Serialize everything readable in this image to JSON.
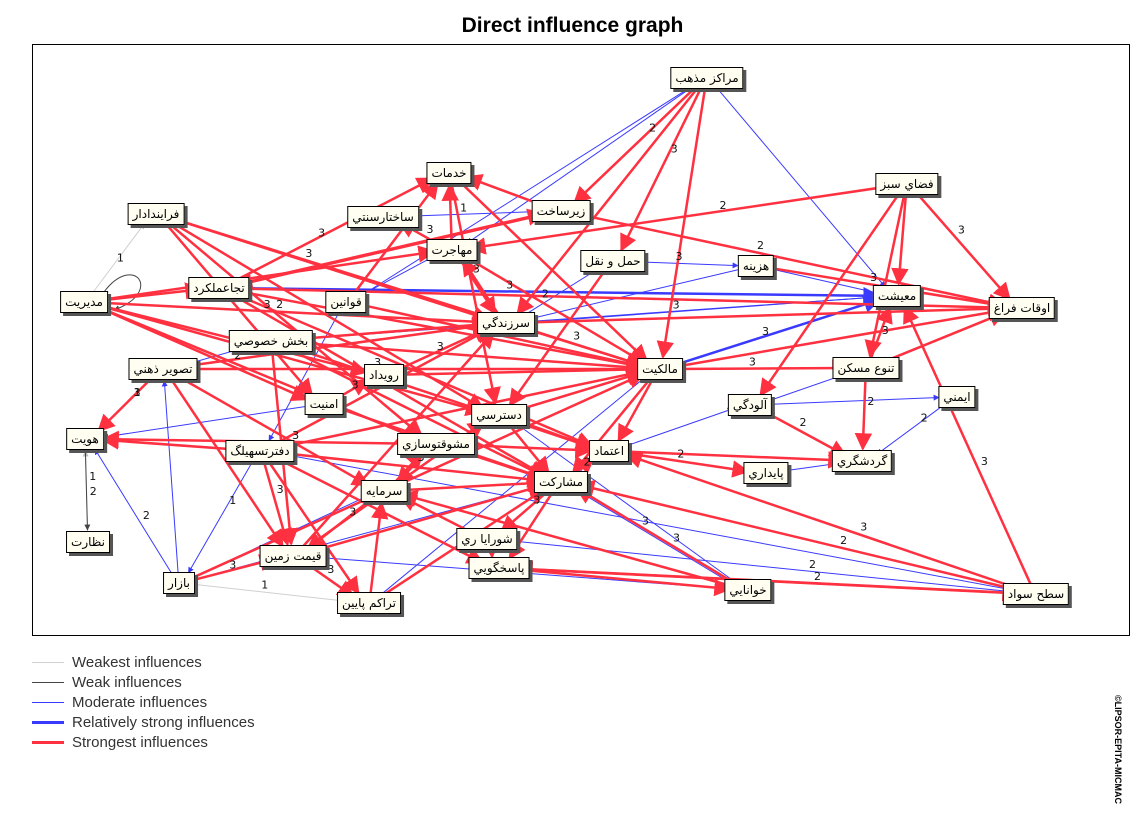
{
  "title": "Direct influence graph",
  "credit": "©LIPSOR-EPITA-MICMAC",
  "colors": {
    "weakest": "#d0d0d0",
    "weak": "#444444",
    "moderate": "#3a3aff",
    "relatively_strong": "#3a3aff",
    "strongest": "#ff3040"
  },
  "legend": [
    {
      "key": "weakest",
      "label": "Weakest influences"
    },
    {
      "key": "weak",
      "label": "Weak influences"
    },
    {
      "key": "moderate",
      "label": "Moderate influences"
    },
    {
      "key": "relatively_strong",
      "label": "Relatively strong influences"
    },
    {
      "key": "strongest",
      "label": "Strongest influences"
    }
  ],
  "nodes": [
    {
      "id": "marakez",
      "label": "مراكز مذهب"
    },
    {
      "id": "khadamat",
      "label": "خدمات"
    },
    {
      "id": "sakhtarsanti",
      "label": "ساختارسنتي"
    },
    {
      "id": "zirsakht",
      "label": "زيرساخت"
    },
    {
      "id": "faza_sabz",
      "label": "فضاي سبز"
    },
    {
      "id": "farayand",
      "label": "فرايندادار"
    },
    {
      "id": "mohajerat",
      "label": "مهاجرت"
    },
    {
      "id": "haml",
      "label": "حمل و نقل"
    },
    {
      "id": "hazine",
      "label": "هزينه"
    },
    {
      "id": "tajamo",
      "label": "تجاعملكرد"
    },
    {
      "id": "modiriat",
      "label": "مديريت"
    },
    {
      "id": "ghavanin",
      "label": "قوانين"
    },
    {
      "id": "maishat",
      "label": "معيشت"
    },
    {
      "id": "oghat",
      "label": "اوقات فراغ"
    },
    {
      "id": "sarzendegi",
      "label": "سرزندگي"
    },
    {
      "id": "bakhsh",
      "label": "بخش خصوصي"
    },
    {
      "id": "tasvir",
      "label": "تصوير ذهني"
    },
    {
      "id": "malekiat",
      "label": "مالكيت"
    },
    {
      "id": "tanavo",
      "label": "تنوع مسكن"
    },
    {
      "id": "roydad",
      "label": "رويداد"
    },
    {
      "id": "amniat",
      "label": "امنيت"
    },
    {
      "id": "alodegi",
      "label": "آلودگي"
    },
    {
      "id": "imeni",
      "label": "ايمني"
    },
    {
      "id": "dastresi",
      "label": "دسترسي"
    },
    {
      "id": "hoviat",
      "label": "هويت"
    },
    {
      "id": "daftar",
      "label": "دفترتسهيلگ"
    },
    {
      "id": "moshavegh",
      "label": "مشوقتوسازي"
    },
    {
      "id": "etemad",
      "label": "اعتماد"
    },
    {
      "id": "gardeshgari",
      "label": "گردشگري"
    },
    {
      "id": "sarmaye",
      "label": "سرمايه"
    },
    {
      "id": "mosharekat",
      "label": "مشاركت"
    },
    {
      "id": "paydari",
      "label": "پايداري"
    },
    {
      "id": "nezarat",
      "label": "نظارت"
    },
    {
      "id": "shora",
      "label": "شورايا ري"
    },
    {
      "id": "bazar",
      "label": "بازار"
    },
    {
      "id": "gheymat",
      "label": "قيمت زمين"
    },
    {
      "id": "pasokhgoyi",
      "label": "پاسخگويي"
    },
    {
      "id": "khanayi",
      "label": "خوانايي"
    },
    {
      "id": "tarakom",
      "label": "تراكم پايين"
    },
    {
      "id": "sath",
      "label": "سطح سواد"
    }
  ],
  "edges": [
    {
      "from": "marakez",
      "to": "zirsakht",
      "level": "strongest",
      "weight": "2"
    },
    {
      "from": "marakez",
      "to": "haml",
      "level": "strongest",
      "weight": "3"
    },
    {
      "from": "marakez",
      "to": "mohajerat",
      "level": "moderate",
      "weight": ""
    },
    {
      "from": "marakez",
      "to": "maishat",
      "level": "moderate",
      "weight": ""
    },
    {
      "from": "marakez",
      "to": "sarzendegi",
      "level": "strongest",
      "weight": ""
    },
    {
      "from": "marakez",
      "to": "malekiat",
      "level": "strongest",
      "weight": ""
    },
    {
      "from": "marakez",
      "to": "ghavanin",
      "level": "moderate",
      "weight": ""
    },
    {
      "from": "faza_sabz",
      "to": "oghat",
      "level": "strongest",
      "weight": "3"
    },
    {
      "from": "faza_sabz",
      "to": "maishat",
      "level": "strongest",
      "weight": ""
    },
    {
      "from": "faza_sabz",
      "to": "tanavo",
      "level": "strongest",
      "weight": ""
    },
    {
      "from": "faza_sabz",
      "to": "mohajerat",
      "level": "strongest",
      "weight": "2"
    },
    {
      "from": "faza_sabz",
      "to": "alodegi",
      "level": "strongest",
      "weight": ""
    },
    {
      "from": "zirsakht",
      "to": "oghat",
      "level": "strongest",
      "weight": "2"
    },
    {
      "from": "zirsakht",
      "to": "khadamat",
      "level": "strongest",
      "weight": ""
    },
    {
      "from": "zirsakht",
      "to": "tajamo",
      "level": "strongest",
      "weight": ""
    },
    {
      "from": "farayand",
      "to": "sarzendegi",
      "level": "strongest",
      "weight": "3"
    },
    {
      "from": "farayand",
      "to": "malekiat",
      "level": "strongest",
      "weight": ""
    },
    {
      "from": "farayand",
      "to": "dastresi",
      "level": "strongest",
      "weight": ""
    },
    {
      "from": "farayand",
      "to": "amniat",
      "level": "strongest",
      "weight": ""
    },
    {
      "from": "farayand",
      "to": "moshavegh",
      "level": "strongest",
      "weight": "2"
    },
    {
      "from": "modiriat",
      "to": "tajamo",
      "level": "strongest",
      "weight": ""
    },
    {
      "from": "modiriat",
      "to": "sarzendegi",
      "level": "strongest",
      "weight": "3"
    },
    {
      "from": "modiriat",
      "to": "roydad",
      "level": "strongest",
      "weight": ""
    },
    {
      "from": "modiriat",
      "to": "dastresi",
      "level": "strongest",
      "weight": ""
    },
    {
      "from": "modiriat",
      "to": "mohajerat",
      "level": "strongest",
      "weight": ""
    },
    {
      "from": "modiriat",
      "to": "moshavegh",
      "level": "strongest",
      "weight": "2"
    },
    {
      "from": "modiriat",
      "to": "farayand",
      "level": "weakest",
      "weight": "1"
    },
    {
      "from": "modiriat",
      "to": "amniat",
      "level": "strongest",
      "weight": ""
    },
    {
      "from": "tajamo",
      "to": "zirsakht",
      "level": "strongest",
      "weight": ""
    },
    {
      "from": "tajamo",
      "to": "khadamat",
      "level": "strongest",
      "weight": "3"
    },
    {
      "from": "tajamo",
      "to": "malekiat",
      "level": "strongest",
      "weight": ""
    },
    {
      "from": "tajamo",
      "to": "etemad",
      "level": "strongest",
      "weight": ""
    },
    {
      "from": "tajamo",
      "to": "mosharekat",
      "level": "strongest",
      "weight": ""
    },
    {
      "from": "tajamo",
      "to": "maishat",
      "level": "relatively_strong",
      "weight": "3"
    },
    {
      "from": "bakhsh",
      "to": "sarzendegi",
      "level": "strongest",
      "weight": ""
    },
    {
      "from": "bakhsh",
      "to": "malekiat",
      "level": "strongest",
      "weight": "3"
    },
    {
      "from": "bakhsh",
      "to": "gheymat",
      "level": "strongest",
      "weight": ""
    },
    {
      "from": "bakhsh",
      "to": "mosharekat",
      "level": "strongest",
      "weight": ""
    },
    {
      "from": "bakhsh",
      "to": "etemad",
      "level": "strongest",
      "weight": ""
    },
    {
      "from": "bakhsh",
      "to": "maishat",
      "level": "moderate",
      "weight": ""
    },
    {
      "from": "tasvir",
      "to": "hoviat",
      "level": "moderate",
      "weight": "3"
    },
    {
      "from": "tasvir",
      "to": "gheymat",
      "level": "strongest",
      "weight": ""
    },
    {
      "from": "tasvir",
      "to": "sarzendegi",
      "level": "strongest",
      "weight": ""
    },
    {
      "from": "tasvir",
      "to": "sarmaye",
      "level": "strongest",
      "weight": ""
    },
    {
      "from": "tasvir",
      "to": "malekiat",
      "level": "strongest",
      "weight": "3"
    },
    {
      "from": "hoviat",
      "to": "nezarat",
      "level": "weak",
      "weight": "1"
    },
    {
      "from": "nezarat",
      "to": "hoviat",
      "level": "weakest",
      "weight": "2"
    },
    {
      "from": "daftar",
      "to": "hoviat",
      "level": "strongest",
      "weight": ""
    },
    {
      "from": "daftar",
      "to": "sarzendegi",
      "level": "strongest",
      "weight": ""
    },
    {
      "from": "daftar",
      "to": "gheymat",
      "level": "strongest",
      "weight": "3"
    },
    {
      "from": "daftar",
      "to": "tarakom",
      "level": "strongest",
      "weight": ""
    },
    {
      "from": "daftar",
      "to": "pasokhgoyi",
      "level": "strongest",
      "weight": ""
    },
    {
      "from": "daftar",
      "to": "mosharekat",
      "level": "strongest",
      "weight": ""
    },
    {
      "from": "daftar",
      "to": "malekiat",
      "level": "strongest",
      "weight": ""
    },
    {
      "from": "bazar",
      "to": "gheymat",
      "level": "strongest",
      "weight": "3"
    },
    {
      "from": "bazar",
      "to": "hoviat",
      "level": "moderate",
      "weight": "2"
    },
    {
      "from": "bazar",
      "to": "tasvir",
      "level": "moderate",
      "weight": ""
    },
    {
      "from": "bazar",
      "to": "sarmaye",
      "level": "moderate",
      "weight": ""
    },
    {
      "from": "bazar",
      "to": "mosharekat",
      "level": "moderate",
      "weight": ""
    },
    {
      "from": "bazar",
      "to": "malekiat",
      "level": "strongest",
      "weight": ""
    },
    {
      "from": "bazar",
      "to": "tarakom",
      "level": "weakest",
      "weight": "1"
    },
    {
      "from": "gheymat",
      "to": "tarakom",
      "level": "strongest",
      "weight": "3"
    },
    {
      "from": "gheymat",
      "to": "mosharekat",
      "level": "strongest",
      "weight": ""
    },
    {
      "from": "gheymat",
      "to": "sarzendegi",
      "level": "strongest",
      "weight": ""
    },
    {
      "from": "gheymat",
      "to": "dastresi",
      "level": "strongest",
      "weight": ""
    },
    {
      "from": "tarakom",
      "to": "sarmaye",
      "level": "strongest",
      "weight": ""
    },
    {
      "from": "tarakom",
      "to": "mosharekat",
      "level": "strongest",
      "weight": ""
    },
    {
      "from": "tarakom",
      "to": "malekiat",
      "level": "moderate",
      "weight": ""
    },
    {
      "from": "khanayi",
      "to": "mosharekat",
      "level": "strongest",
      "weight": "3"
    },
    {
      "from": "khanayi",
      "to": "dastresi",
      "level": "moderate",
      "weight": ""
    },
    {
      "from": "khanayi",
      "to": "sarmaye",
      "level": "strongest",
      "weight": ""
    },
    {
      "from": "khanayi",
      "to": "gheymat",
      "level": "moderate",
      "weight": ""
    },
    {
      "from": "sath",
      "to": "maishat",
      "level": "strongest",
      "weight": "3"
    },
    {
      "from": "sath",
      "to": "mosharekat",
      "level": "strongest",
      "weight": "2"
    },
    {
      "from": "sath",
      "to": "pasokhgoyi",
      "level": "strongest",
      "weight": "2"
    },
    {
      "from": "sath",
      "to": "etemad",
      "level": "strongest",
      "weight": "3"
    },
    {
      "from": "sath",
      "to": "shora",
      "level": "moderate",
      "weight": "2"
    },
    {
      "from": "sath",
      "to": "daftar",
      "level": "moderate",
      "weight": ""
    },
    {
      "from": "hazine",
      "to": "maishat",
      "level": "moderate",
      "weight": ""
    },
    {
      "from": "hazine",
      "to": "oghat",
      "level": "strongest",
      "weight": "3"
    },
    {
      "from": "hazine",
      "to": "sarzendegi",
      "level": "moderate",
      "weight": ""
    },
    {
      "from": "haml",
      "to": "hazine",
      "level": "moderate",
      "weight": "3"
    },
    {
      "from": "haml",
      "to": "sarzendegi",
      "level": "moderate",
      "weight": ""
    },
    {
      "from": "haml",
      "to": "dastresi",
      "level": "strongest",
      "weight": ""
    },
    {
      "from": "malekiat",
      "to": "maishat",
      "level": "relatively_strong",
      "weight": "3"
    },
    {
      "from": "malekiat",
      "to": "tanavo",
      "level": "strongest",
      "weight": "3"
    },
    {
      "from": "malekiat",
      "to": "etemad",
      "level": "strongest",
      "weight": ""
    },
    {
      "from": "malekiat",
      "to": "mosharekat",
      "level": "strongest",
      "weight": ""
    },
    {
      "from": "malekiat",
      "to": "oghat",
      "level": "strongest",
      "weight": ""
    },
    {
      "from": "tanavo",
      "to": "gardeshgari",
      "level": "strongest",
      "weight": "2"
    },
    {
      "from": "tanavo",
      "to": "maishat",
      "level": "strongest",
      "weight": "3"
    },
    {
      "from": "tanavo",
      "to": "oghat",
      "level": "strongest",
      "weight": ""
    },
    {
      "from": "tanavo",
      "to": "alodegi",
      "level": "moderate",
      "weight": ""
    },
    {
      "from": "alodegi",
      "to": "gardeshgari",
      "level": "strongest",
      "weight": "2"
    },
    {
      "from": "alodegi",
      "to": "imeni",
      "level": "moderate",
      "weight": ""
    },
    {
      "from": "imeni",
      "to": "gardeshgari",
      "level": "moderate",
      "weight": "2"
    },
    {
      "from": "paydari",
      "to": "gardeshgari",
      "level": "moderate",
      "weight": ""
    },
    {
      "from": "etemad",
      "to": "paydari",
      "level": "strongest",
      "weight": "2"
    },
    {
      "from": "etemad",
      "to": "gardeshgari",
      "level": "strongest",
      "weight": ""
    },
    {
      "from": "etemad",
      "to": "alodegi",
      "level": "moderate",
      "weight": ""
    },
    {
      "from": "mosharekat",
      "to": "shora",
      "level": "strongest",
      "weight": "3"
    },
    {
      "from": "mosharekat",
      "to": "pasokhgoyi",
      "level": "strongest",
      "weight": ""
    },
    {
      "from": "mosharekat",
      "to": "etemad",
      "level": "strongest",
      "weight": "2"
    },
    {
      "from": "mosharekat",
      "to": "khanayi",
      "level": "moderate",
      "weight": "3"
    },
    {
      "from": "shora",
      "to": "pasokhgoyi",
      "level": "strongest",
      "weight": "2"
    },
    {
      "from": "shora",
      "to": "sarmaye",
      "level": "strongest",
      "weight": ""
    },
    {
      "from": "pasokhgoyi",
      "to": "khanayi",
      "level": "strongest",
      "weight": ""
    },
    {
      "from": "pasokhgoyi",
      "to": "sath",
      "level": "strongest",
      "weight": ""
    },
    {
      "from": "sarmaye",
      "to": "mosharekat",
      "level": "strongest",
      "weight": ""
    },
    {
      "from": "sarmaye",
      "to": "moshavegh",
      "level": "strongest",
      "weight": ""
    },
    {
      "from": "sarmaye",
      "to": "gheymat",
      "level": "strongest",
      "weight": "3"
    },
    {
      "from": "moshavegh",
      "to": "mosharekat",
      "level": "strongest",
      "weight": ""
    },
    {
      "from": "moshavegh",
      "to": "etemad",
      "level": "strongest",
      "weight": ""
    },
    {
      "from": "moshavegh",
      "to": "sarmaye",
      "level": "strongest",
      "weight": "3"
    },
    {
      "from": "dastresi",
      "to": "etemad",
      "level": "strongest",
      "weight": ""
    },
    {
      "from": "dastresi",
      "to": "mosharekat",
      "level": "strongest",
      "weight": ""
    },
    {
      "from": "dastresi",
      "to": "malekiat",
      "level": "strongest",
      "weight": ""
    },
    {
      "from": "amniat",
      "to": "mosharekat",
      "level": "strongest",
      "weight": ""
    },
    {
      "from": "amniat",
      "to": "roydad",
      "level": "strongest",
      "weight": "3"
    },
    {
      "from": "roydad",
      "to": "malekiat",
      "level": "strongest",
      "weight": ""
    },
    {
      "from": "roydad",
      "to": "sarzendegi",
      "level": "strongest",
      "weight": ""
    },
    {
      "from": "sarzendegi",
      "to": "malekiat",
      "level": "strongest",
      "weight": "3"
    },
    {
      "from": "sarzendegi",
      "to": "mohajerat",
      "level": "strongest",
      "weight": ""
    },
    {
      "from": "sarzendegi",
      "to": "maishat",
      "level": "moderate",
      "weight": "3"
    },
    {
      "from": "mohajerat",
      "to": "khadamat",
      "level": "strongest",
      "weight": ""
    },
    {
      "from": "mohajerat",
      "to": "sakhtarsanti",
      "level": "strongest",
      "weight": "3"
    },
    {
      "from": "mohajerat",
      "to": "sarzendegi",
      "level": "strongest",
      "weight": ""
    },
    {
      "from": "mohajerat",
      "to": "malekiat",
      "level": "strongest",
      "weight": "2"
    },
    {
      "from": "ghavanin",
      "to": "khadamat",
      "level": "strongest",
      "weight": ""
    },
    {
      "from": "ghavanin",
      "to": "mohajerat",
      "level": "moderate",
      "weight": ""
    },
    {
      "from": "ghavanin",
      "to": "malekiat",
      "level": "strongest",
      "weight": ""
    },
    {
      "from": "sakhtarsanti",
      "to": "zirsakht",
      "level": "moderate",
      "weight": "1"
    },
    {
      "from": "khadamat",
      "to": "malekiat",
      "level": "strongest",
      "weight": ""
    },
    {
      "from": "khadamat",
      "to": "dastresi",
      "level": "strongest",
      "weight": "3"
    },
    {
      "from": "tasvir",
      "to": "hoviat",
      "level": "strongest",
      "weight": "1"
    },
    {
      "from": "amniat",
      "to": "hoviat",
      "level": "moderate",
      "weight": ""
    },
    {
      "from": "moshavegh",
      "to": "hoviat",
      "level": "strongest",
      "weight": "3"
    },
    {
      "from": "bakhsh",
      "to": "tasvir",
      "level": "moderate",
      "weight": "2"
    },
    {
      "from": "daftar",
      "to": "bazar",
      "level": "moderate",
      "weight": "1"
    },
    {
      "from": "ghavanin",
      "to": "daftar",
      "level": "moderate",
      "weight": ""
    },
    {
      "from": "modiriat",
      "to": "modiriat",
      "level": "weak",
      "weight": "1"
    },
    {
      "from": "sarzendegi",
      "to": "oghat",
      "level": "strongest",
      "weight": ""
    },
    {
      "from": "tajamo",
      "to": "oghat",
      "level": "strongest",
      "weight": ""
    }
  ]
}
